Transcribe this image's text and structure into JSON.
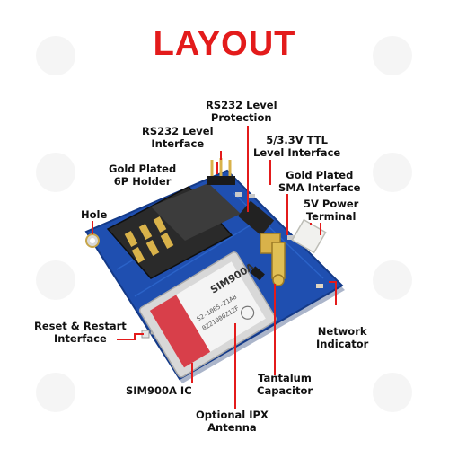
{
  "title": "LAYOUT",
  "labels": {
    "rs232_protection": [
      "RS232 Level",
      "Protection"
    ],
    "rs232_interface": [
      "RS232 Level",
      "Interface"
    ],
    "ttl_interface": [
      "5/3.3V TTL",
      "Level Interface"
    ],
    "gold_6p_holder": [
      "Gold Plated",
      "6P Holder"
    ],
    "gold_sma": [
      "Gold Plated",
      "SMA Interface"
    ],
    "power_terminal": [
      "5V Power",
      "Terminal"
    ],
    "hole": [
      "Hole"
    ],
    "reset_restart": [
      "Reset & Restart",
      "Interface"
    ],
    "network_indicator": [
      "Network",
      "Indicator"
    ],
    "tantalum": [
      "Tantalum",
      "Capacitor"
    ],
    "sim900a_ic": [
      "SIM900A IC"
    ],
    "ipx_antenna": [
      "Optional IPX",
      "Antenna"
    ]
  },
  "chip": {
    "model": "SIM900A",
    "code_lines": [
      "S2-1065-Z1A8",
      "0Z21000Z1ZF"
    ]
  },
  "colors": {
    "title": "#e31b1b",
    "board": "#1f4fb0",
    "leader": "#e31b1b"
  }
}
